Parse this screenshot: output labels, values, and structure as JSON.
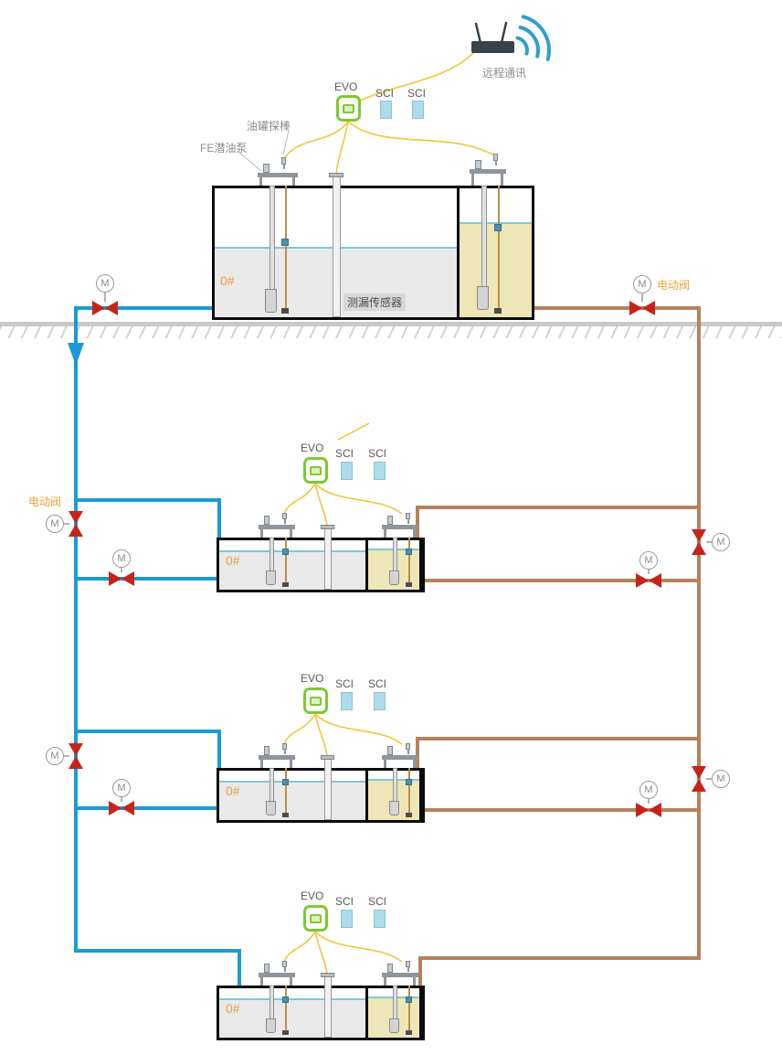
{
  "remote": {
    "label": "远程通讯"
  },
  "controller": {
    "evo": "EVO",
    "sci": "SCI"
  },
  "annotations": {
    "tank_probe": "油罐探棒",
    "fe_pump": "FE潜油泵",
    "leak_sensor": "测漏传感器",
    "electric_valve": "电动阀",
    "motor": "M"
  },
  "tanks": [
    {
      "grade": "0#"
    },
    {
      "grade": "0#"
    },
    {
      "grade": "0#"
    },
    {
      "grade": "0#"
    }
  ],
  "colors": {
    "pipe_blue": "#1B9BD3",
    "pipe_brown": "#B5825C",
    "wire_yellow": "#F0C83C",
    "valve_red": "#C8231B",
    "evo_green": "#7DC832",
    "evo_screen": "#DCF0C0",
    "sci_blue": "#ADDBEA",
    "tank_gray": "#E9E9E9",
    "fuel_yellow": "#EDE6B6",
    "water_teal": "#7FC9D4",
    "ground_gray": "#C9C9C9",
    "label_gray": "#8C8C8C",
    "label_orange": "#E8A33D",
    "wifi_teal": "#2D9FD0",
    "router_dark": "#3A4148"
  }
}
